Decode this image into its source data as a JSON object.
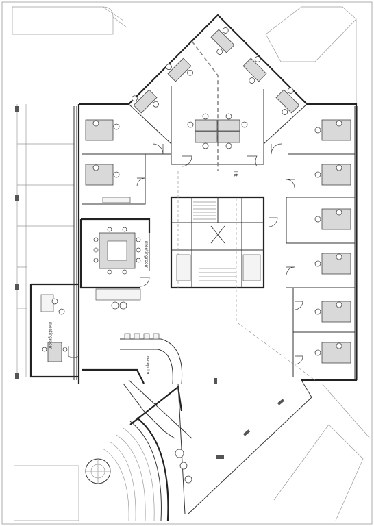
{
  "labels": {
    "meeting_room_1": "meetingroom",
    "meeting_room_2": "meetingroom",
    "reception": "reception",
    "lift": "lift"
  }
}
